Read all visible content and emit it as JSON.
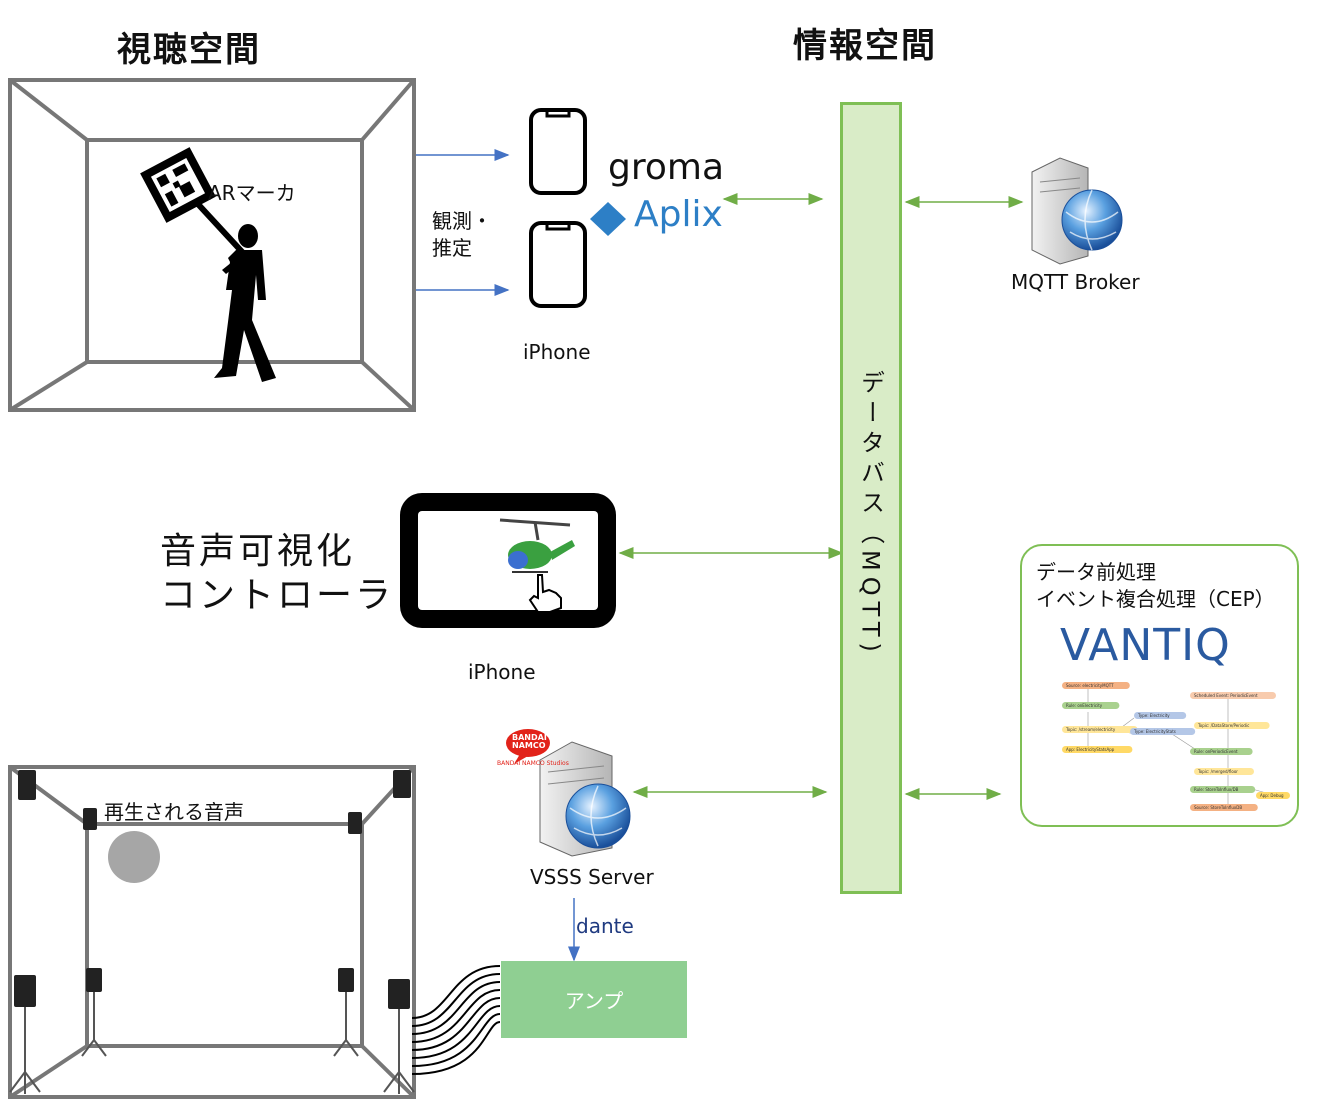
{
  "titles": {
    "viewing_space": "視聴空間",
    "info_space": "情報空間"
  },
  "labels": {
    "ar_marker": "ARマーカ",
    "observe_line1": "観測・",
    "observe_line2": "推定",
    "groma": "groma",
    "aplix": "Aplix",
    "iphone_top": "iPhone",
    "iphone_mid": "iPhone",
    "mqtt_broker": "MQTT Broker",
    "data_bus": "データバス（MQTT)",
    "controller_line1": "音声可視化",
    "controller_line2": "コントローラ",
    "cep_line1": "データ前処理",
    "cep_line2": "イベント複合処理（CEP）",
    "vantiq": "VANTIQ",
    "bandai_line1": "BANDAI",
    "bandai_line2": "NAMCO",
    "bandai_studios": "BANDAI NAMCO Studios",
    "vsss_server": "VSSS Server",
    "dante": "dante",
    "amp": "アンプ",
    "played_sound": "再生される音声"
  },
  "flow_nodes": [
    {
      "label": "Source: electricityMQTT",
      "color": "#f4b183"
    },
    {
      "label": "Rule: onElectricity",
      "color": "#a9d18e"
    },
    {
      "label": "Topic: /stream/electricity",
      "color": "#ffe699"
    },
    {
      "label": "App: ElectricityStatsApp",
      "color": "#ffd966"
    },
    {
      "label": "Type: Electricity",
      "color": "#b4c7e7"
    },
    {
      "label": "Type: ElectricityStats",
      "color": "#b4c7e7"
    },
    {
      "label": "Scheduled Event: PeriodicEvent",
      "color": "#f8cbad"
    },
    {
      "label": "Topic: /DataStore/Periodic",
      "color": "#ffe699"
    },
    {
      "label": "Rule: onPeriodicEvent",
      "color": "#a9d18e"
    },
    {
      "label": "Topic: /merged/floor",
      "color": "#ffe699"
    },
    {
      "label": "Rule: StoreToInflux/DB",
      "color": "#a9d18e"
    },
    {
      "label": "App: Debug",
      "color": "#ffd966"
    },
    {
      "label": "Source: StoreToInfluxDB",
      "color": "#f4b183"
    }
  ],
  "colors": {
    "bus_fill": "#d9ecc7",
    "bus_border": "#7fbf55",
    "arrow_green": "#70ad47",
    "arrow_blue": "#4472c4",
    "amp_fill": "#8fcf92",
    "room_stroke": "#777777"
  }
}
